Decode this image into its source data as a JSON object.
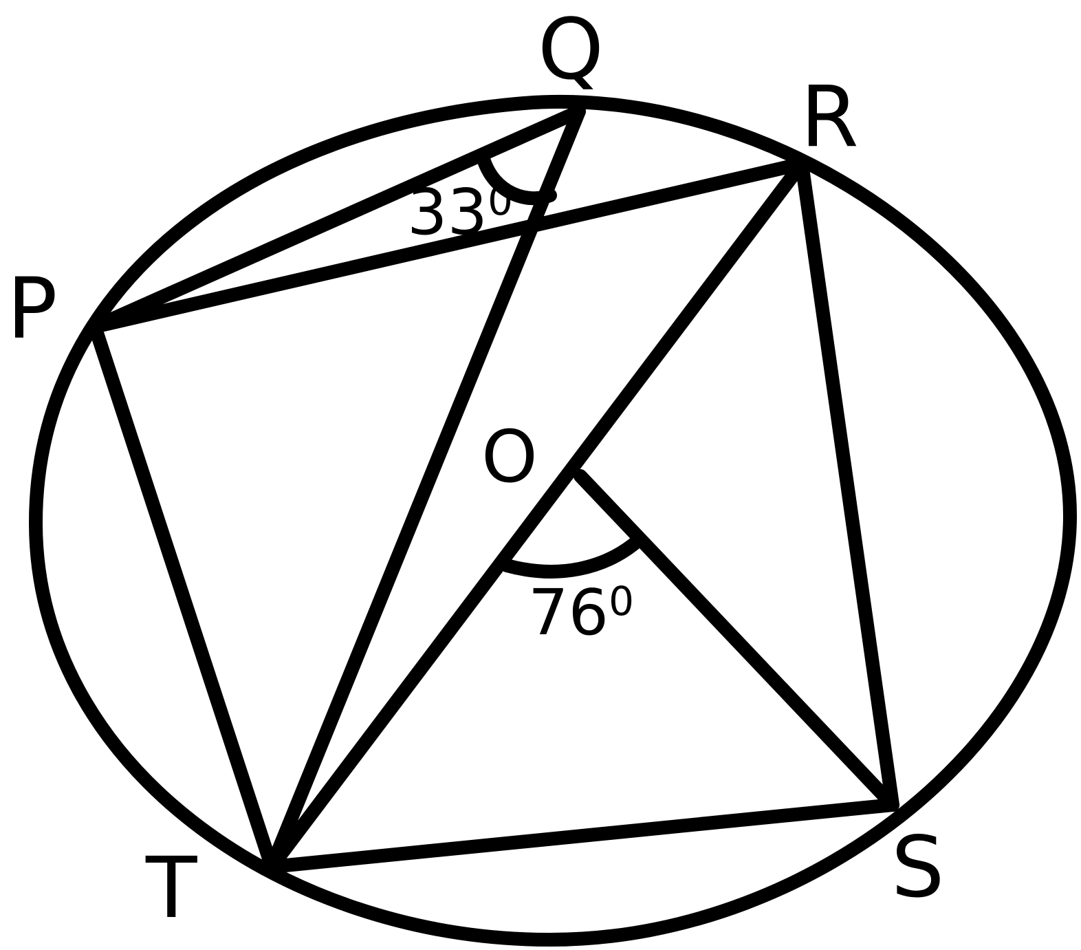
{
  "colors": {
    "ink": "#000000",
    "background": "#ffffff"
  },
  "labels": {
    "P": "P",
    "Q": "Q",
    "R": "R",
    "S": "S",
    "T": "T",
    "O": "O"
  },
  "angles": {
    "angle_q": {
      "value": "33",
      "sup": "0"
    },
    "angle_o": {
      "value": "76",
      "sup": "0"
    }
  },
  "segments": [
    {
      "id": "PQ",
      "from": "P",
      "to": "Q"
    },
    {
      "id": "PR",
      "from": "P",
      "to": "R"
    },
    {
      "id": "PT",
      "from": "P",
      "to": "T"
    },
    {
      "id": "QT",
      "from": "Q",
      "to": "T"
    },
    {
      "id": "RT",
      "from": "R",
      "to": "T"
    },
    {
      "id": "RS",
      "from": "R",
      "to": "S"
    },
    {
      "id": "OS",
      "from": "O",
      "to": "S"
    },
    {
      "id": "TS",
      "from": "T",
      "to": "S"
    }
  ]
}
